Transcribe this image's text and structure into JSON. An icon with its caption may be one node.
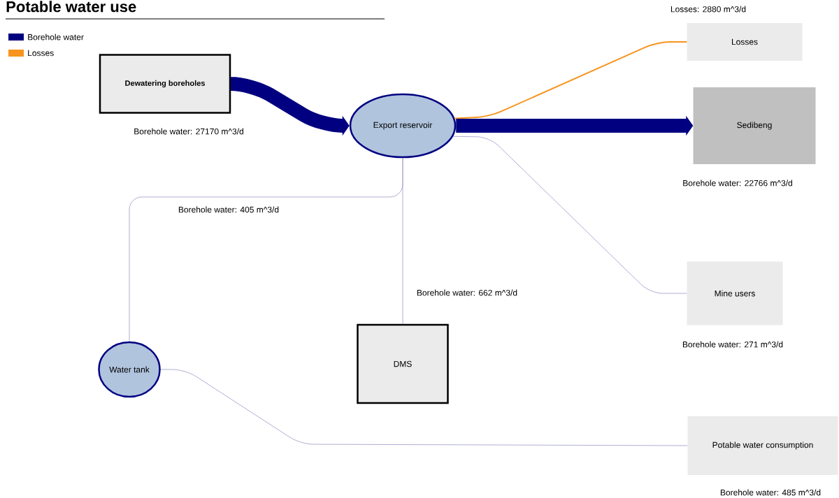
{
  "diagram": {
    "title": "Potable water use",
    "nodes": [
      {
        "text": [
          "Dewatering boreholes"
        ],
        "beside": [
          "Borehole water: 27170 m^3/d"
        ]
      },
      {
        "text": [
          "Export reservoir"
        ]
      },
      {
        "text": [
          "Losses"
        ],
        "beside": [
          "Losses: 2880 m^3/d"
        ]
      },
      {
        "text": [
          "Sedibeng"
        ],
        "beside": [
          "Borehole water: 22766 m^3/d"
        ]
      },
      {
        "text": [
          "Mine users"
        ],
        "beside": [
          "Borehole water: 271 m^3/d"
        ]
      },
      {
        "text": [
          "DMS"
        ]
      },
      {
        "text": [
          "Water tank"
        ]
      },
      {
        "text": [
          "Potable water consumption"
        ],
        "beside": [
          "Borehole water: 485 m^3/d"
        ]
      }
    ],
    "edges": [
      {
        "from": 0,
        "to": 1,
        "arrow": "to",
        "style": "thick",
        "color": "#000080"
      },
      {
        "from": 1,
        "to": 2,
        "arrow": "none",
        "color": "#f7941d"
      },
      {
        "from": 1,
        "to": 3,
        "arrow": "to",
        "style": "thick",
        "color": "#000080"
      },
      {
        "from": 1,
        "to": 4,
        "arrow": "none"
      },
      {
        "from": 1,
        "to": 6,
        "arrow": "none",
        "label": "Borehole water: 405 m^3/d"
      },
      {
        "from": 1,
        "to": 5,
        "arrow": "none",
        "label": "Borehole water: 662 m^3/d"
      },
      {
        "from": 6,
        "to": 7,
        "arrow": "none"
      }
    ],
    "legend": [
      {
        "text": "Borehole water",
        "color": "#000080"
      },
      {
        "text": "Losses",
        "color": "#f7941d"
      }
    ]
  }
}
